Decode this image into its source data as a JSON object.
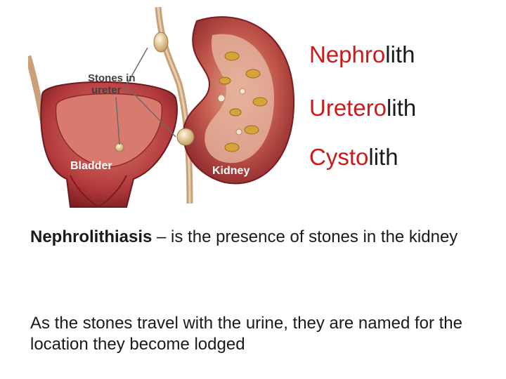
{
  "illustration": {
    "labels": {
      "stones_line1": "Stones in",
      "stones_line2": "ureter",
      "bladder": "Bladder",
      "kidney": "Kidney"
    }
  },
  "terms": [
    {
      "root": "Nephro",
      "suffix": "lith"
    },
    {
      "root": "Uretero",
      "suffix": "lith"
    },
    {
      "root": "Cysto",
      "suffix": "lith"
    }
  ],
  "definition": {
    "term": "Nephrolithiasis",
    "text": " – is the presence of stones in the kidney"
  },
  "note": {
    "text": "As the stones travel with the urine, they are named for the location they become lodged"
  },
  "colors": {
    "root_highlight": "#cc1a1a",
    "body_text": "#1a1a1a",
    "organ_red": "#b8323a",
    "organ_dark": "#7a1820"
  }
}
